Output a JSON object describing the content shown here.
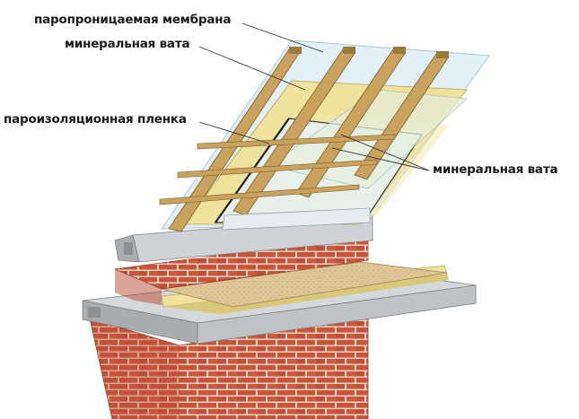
{
  "labels": {
    "vapor_permeable_membrane": "паропроницаемая мембрана",
    "mineral_wool_top": "минеральная вата",
    "vapor_barrier_film": "пароизоляционная пленка",
    "mineral_wool_right": "минеральная вата"
  },
  "colors": {
    "brick": "#c8553a",
    "mortar": "#e9d3c0",
    "concrete": "#cfd2d4",
    "concrete_dark": "#a9adb0",
    "timber": "#c9a25e",
    "timber_dark": "#9c7a3c",
    "wool": "#efe29a",
    "membrane": "#d9ecf5",
    "board": "#ddc595"
  }
}
